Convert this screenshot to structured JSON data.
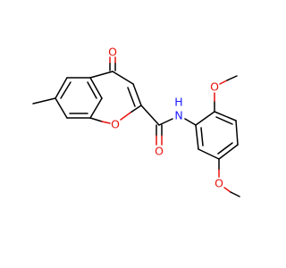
{
  "molecule": {
    "atom_labels": {
      "keto_oxygen": "O",
      "ring_oxygen": "O",
      "amide_oxygen": "O",
      "amide_nitrogen": "N",
      "amide_hydrogen": "H",
      "methoxy_oxygen_top": "O",
      "methoxy_oxygen_bottom": "O"
    },
    "colors": {
      "bond": "#000000",
      "oxygen": "#e8120c",
      "nitrogen": "#1a1aff"
    }
  }
}
